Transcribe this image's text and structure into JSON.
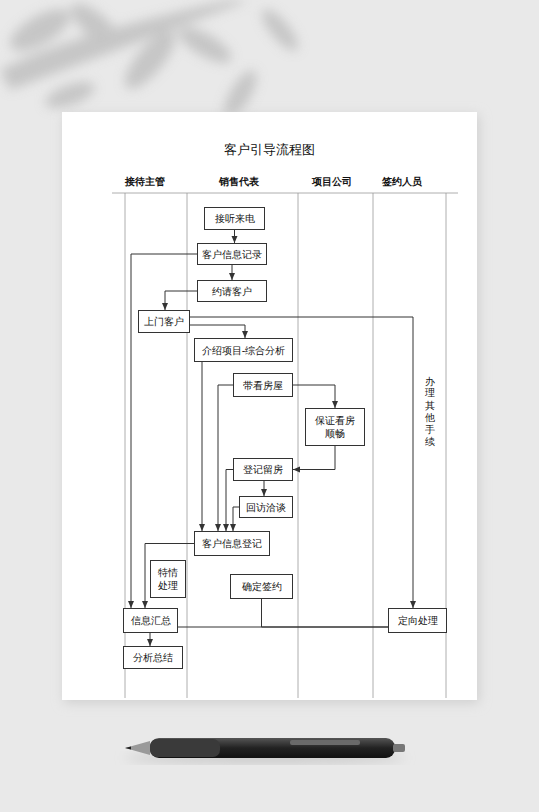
{
  "diagram": {
    "title": "客户引导流程图",
    "nodes": [
      {
        "text": [
          "接听来电"
        ]
      },
      {
        "text": [
          "客户信息记录"
        ]
      },
      {
        "text": [
          "约请客户"
        ]
      },
      {
        "text": [
          "上门客户"
        ]
      },
      {
        "text": [
          "介绍项目-综合分析"
        ]
      },
      {
        "text": [
          "带看房屋"
        ]
      },
      {
        "text": [
          "保证看房 顺畅"
        ]
      },
      {
        "text": [
          "登记留房"
        ]
      },
      {
        "text": [
          "回访洽谈"
        ]
      },
      {
        "text": [
          "客户信息登记"
        ]
      },
      {
        "text": [
          "特情 处理"
        ]
      },
      {
        "text": [
          "确定签约"
        ]
      },
      {
        "text": [
          "信息汇总"
        ]
      },
      {
        "text": [
          "定向处理"
        ]
      },
      {
        "text": [
          "分析总结"
        ]
      }
    ],
    "edges": [
      {
        "from": 0,
        "to": 1,
        "arrow": "to"
      },
      {
        "from": 1,
        "to": 2,
        "arrow": "to"
      },
      {
        "from": 2,
        "to": 3,
        "arrow": "to"
      },
      {
        "from": 3,
        "to": 4,
        "arrow": "to"
      },
      {
        "from": 3,
        "to": 13,
        "arrow": "to"
      },
      {
        "from": 1,
        "to": 12,
        "arrow": "to"
      },
      {
        "from": 4,
        "to": 9,
        "arrow": "to"
      },
      {
        "from": 5,
        "to": 6,
        "arrow": "to"
      },
      {
        "from": 6,
        "to": 7,
        "arrow": "to"
      },
      {
        "from": 7,
        "to": 8,
        "arrow": "to"
      },
      {
        "from": 5,
        "to": 9,
        "arrow": "to"
      },
      {
        "from": 7,
        "to": 9,
        "arrow": "to"
      },
      {
        "from": 8,
        "to": 9,
        "arrow": "to"
      },
      {
        "from": 9,
        "to": 12,
        "arrow": "to"
      },
      {
        "from": 12,
        "to": 14,
        "arrow": "to"
      },
      {
        "from": 11,
        "to": 13,
        "arrow": "none"
      },
      {
        "from": 12,
        "to": 13,
        "arrow": "none"
      }
    ],
    "labels": [
      "接待主管",
      "销售代表",
      "项目公司",
      "签约人员",
      "办理其他手续"
    ]
  }
}
